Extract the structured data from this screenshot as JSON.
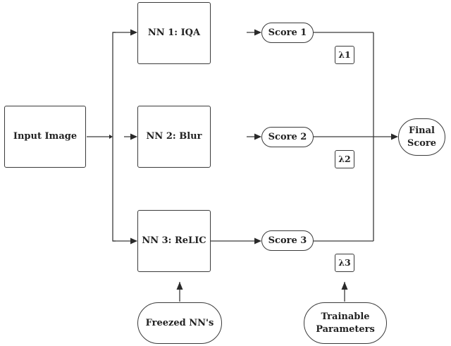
{
  "nodes": {
    "input_image": "Input Image",
    "nn1": "NN 1: IQA",
    "nn2": "NN 2: Blur",
    "nn3": "NN 3: ReLIC",
    "score1": "Score 1",
    "score2": "Score 2",
    "score3": "Score 3",
    "lambda1": "λ1",
    "lambda2": "λ2",
    "lambda3": "λ3",
    "final_score_line1": "Final",
    "final_score_line2": "Score",
    "freezed": "Freezed NN's",
    "trainable_line1": "Trainable",
    "trainable_line2": "Parameters"
  }
}
